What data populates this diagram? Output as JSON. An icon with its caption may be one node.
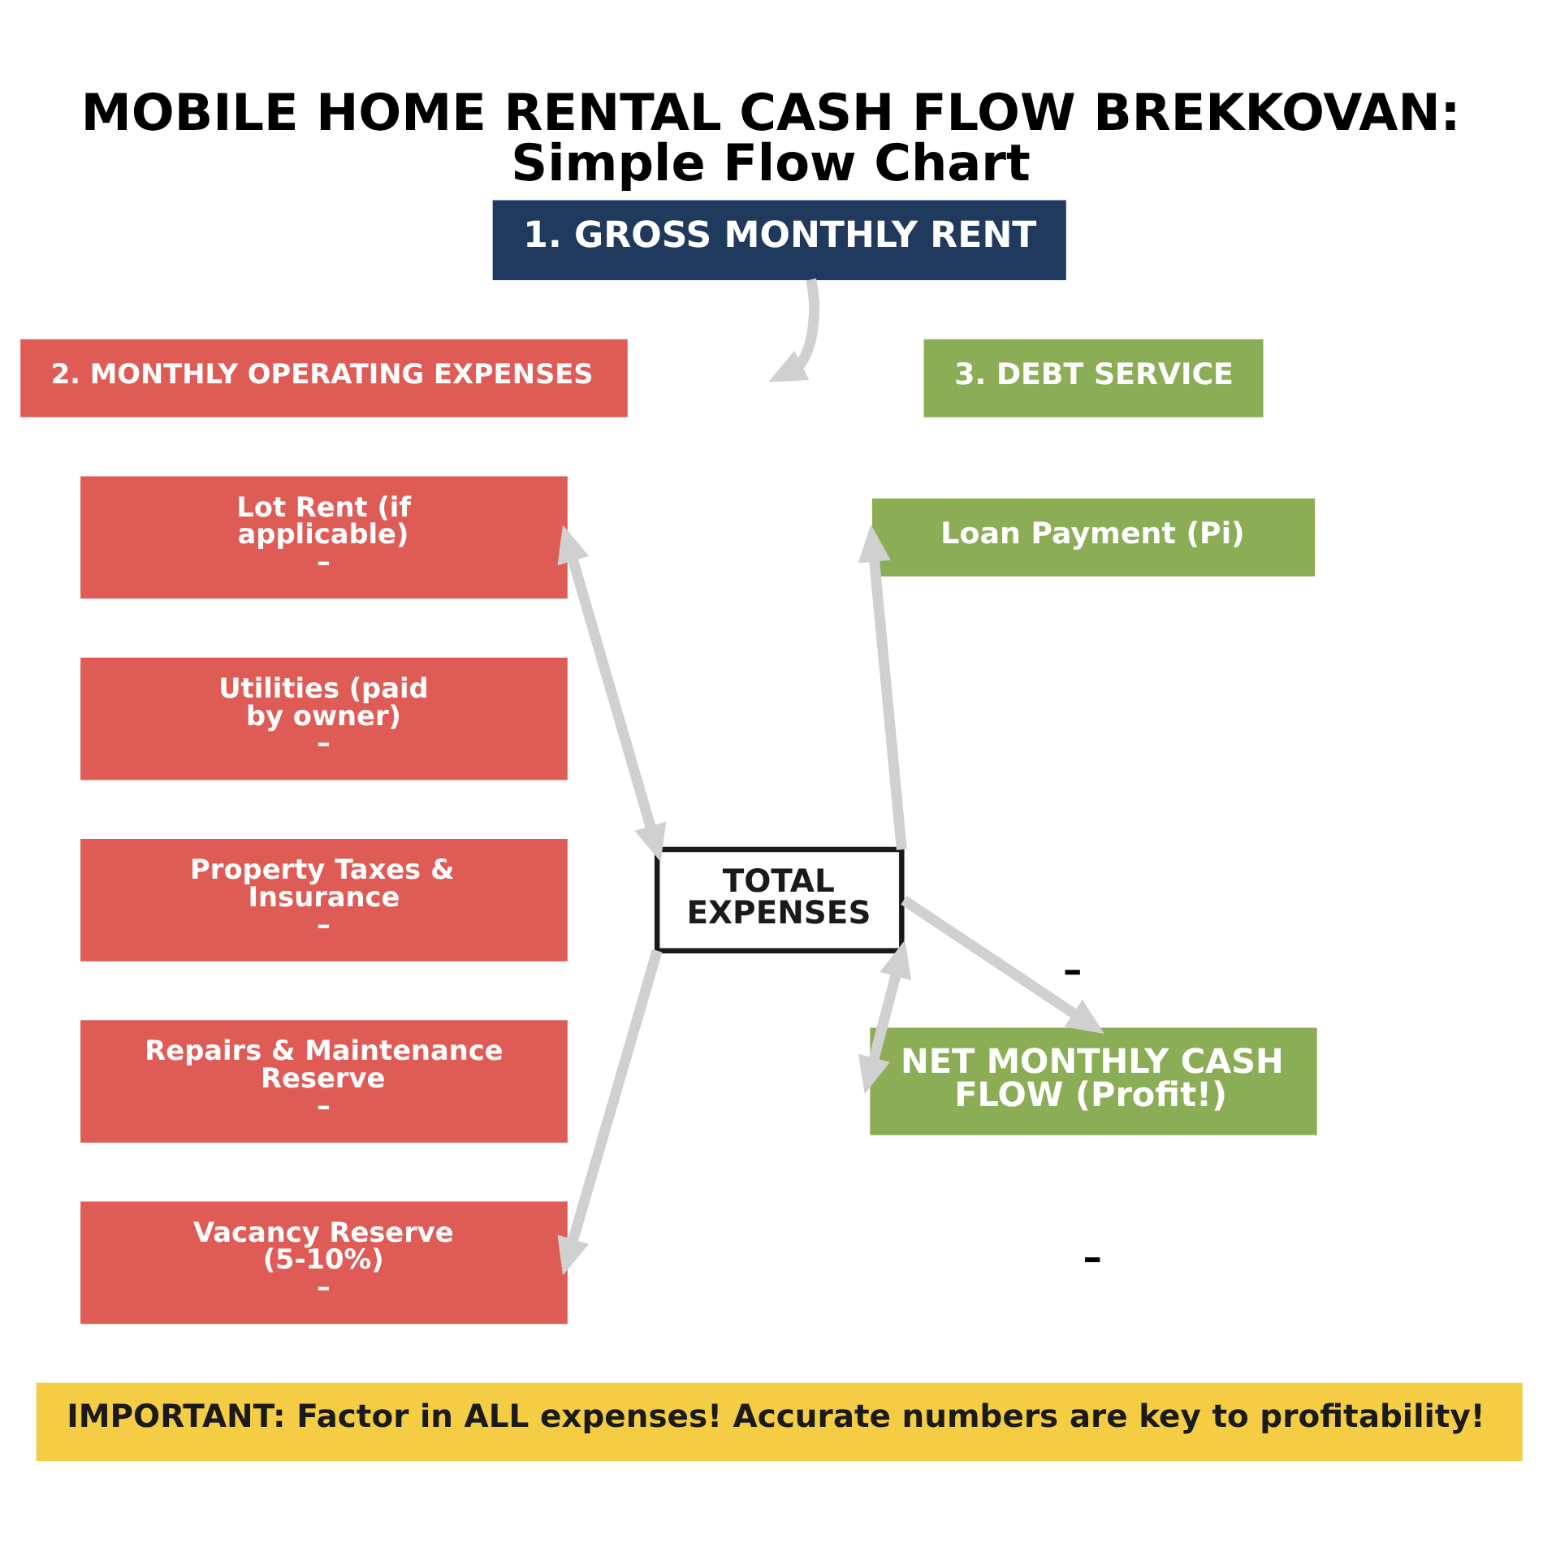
{
  "diagram": {
    "title": "MOBILE HOME RENTAL CASH FLOW BREKKOVAN: Simple Flow Chart",
    "nodes": [
      {
        "text": [
          "1. GROSS MONTHLY RENT"
        ]
      },
      {
        "text": [
          "2. MONTHLY OPERATING EXPENSES"
        ]
      },
      {
        "text": [
          "Lot Rent (if applicable)",
          "–"
        ]
      },
      {
        "text": [
          "Utilities (paid by owner)",
          "–"
        ]
      },
      {
        "text": [
          "Property Taxes & Insurance",
          "–"
        ]
      },
      {
        "text": [
          "Repairs & Maintenance Reserve",
          "–"
        ]
      },
      {
        "text": [
          "Vacancy Reserve (5-10%)",
          "–"
        ]
      },
      {
        "text": [
          "TOTAL EXPENSES"
        ]
      },
      {
        "text": [
          "3. DEBT SERVICE"
        ]
      },
      {
        "text": [
          "Loan Payment (Pi)"
        ]
      },
      {
        "text": [
          "NET MONTHLY CASH FLOW (Profit!)"
        ]
      },
      {
        "text": [
          "IMPORTANT: Factor in ALL expenses! Accurate numbers are key to profitability!"
        ]
      }
    ],
    "edges": [
      {
        "from": 0,
        "to": null,
        "arrow": "to"
      },
      {
        "from": 7,
        "to": 2,
        "arrow": "both"
      },
      {
        "from": 7,
        "to": 6,
        "arrow": "to"
      },
      {
        "from": 7,
        "to": 9,
        "arrow": "to"
      },
      {
        "from": 7,
        "to": 10,
        "arrow": "to",
        "label": "–"
      },
      {
        "from": 7,
        "to": 10,
        "arrow": "both"
      }
    ],
    "labels": [
      "–"
    ]
  }
}
